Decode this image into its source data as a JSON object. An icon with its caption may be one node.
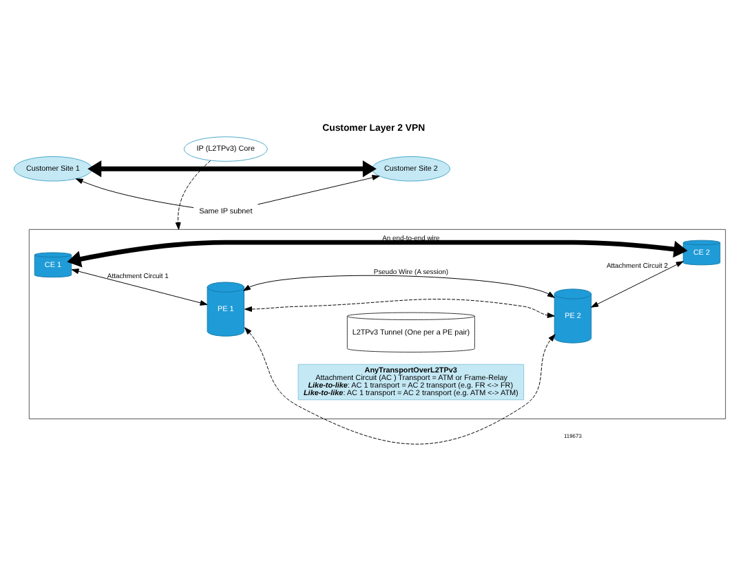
{
  "diagram": {
    "title": "Customer Layer 2 VPN",
    "nodes": [
      {
        "text": [
          "Customer Site 1"
        ]
      },
      {
        "text": [
          "IP (L2TPv3) Core"
        ]
      },
      {
        "text": [
          "Customer Site 2"
        ]
      },
      {
        "text": [
          "Same IP subnet"
        ]
      },
      {
        "text": [],
        "shape": "box"
      },
      {
        "text": [
          "CE 1"
        ],
        "in": 4
      },
      {
        "text": [
          "PE 1"
        ],
        "in": 4
      },
      {
        "text": [
          "L2TPv3 Tunnel (One per a PE pair)"
        ],
        "in": 4
      },
      {
        "text": [
          "PE 2"
        ],
        "in": 4
      },
      {
        "text": [
          "CE 2"
        ],
        "in": 4
      },
      {
        "text": [
          "AnyTransportOverL2TPv3",
          "Attachment Circuit (AC ) Transport = ATM or Frame-Relay",
          "**Like-to-like**: AC 1 transport = AC 2 transport (e.g. FR <-> FR)",
          "**Like-to-like**: AC 1 transport = AC 2 transport (e.g. ATM <-> ATM)"
        ],
        "in": 4
      }
    ],
    "edges": [
      {
        "from": 0,
        "to": 2,
        "arrow": "both",
        "style": "thick"
      },
      {
        "from": 3,
        "to": 0,
        "arrow": "to"
      },
      {
        "from": 3,
        "to": 2,
        "arrow": "to"
      },
      {
        "from": 1,
        "to": 4,
        "arrow": "to",
        "style": "dashed"
      },
      {
        "from": 5,
        "to": 9,
        "arrow": "both",
        "style": "thick",
        "label": "An end-to-end wire"
      },
      {
        "from": 5,
        "to": 6,
        "arrow": "both",
        "label": "Attachment Circuit 1"
      },
      {
        "from": 6,
        "to": 8,
        "arrow": "both",
        "label": "Pseudo Wire (A session)"
      },
      {
        "from": 6,
        "to": 8,
        "arrow": "both",
        "style": "dashed"
      },
      {
        "from": 6,
        "to": 8,
        "arrow": "both",
        "style": "dashed"
      },
      {
        "from": 8,
        "to": 9,
        "arrow": "both",
        "label": "Attachment Circuit 2"
      }
    ],
    "labels": [
      "119673"
    ]
  }
}
